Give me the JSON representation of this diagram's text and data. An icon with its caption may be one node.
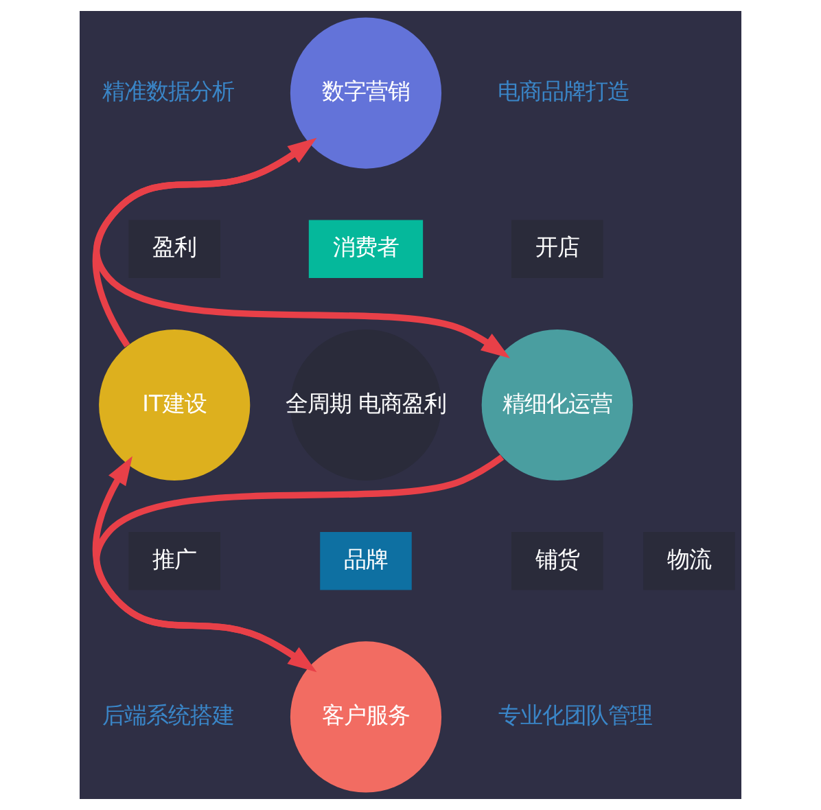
{
  "diagram": {
    "nodes": [
      {
        "text": [
          "数字营销"
        ]
      },
      {
        "text": [
          "精细化运营"
        ]
      },
      {
        "text": [
          "客户服务"
        ]
      },
      {
        "text": [
          "IT建设"
        ]
      },
      {
        "text": [
          "全周期 电商盈利"
        ]
      },
      {
        "text": [
          "消费者"
        ]
      },
      {
        "text": [
          "品牌"
        ]
      },
      {
        "text": [
          "开店"
        ]
      },
      {
        "text": [
          "铺货"
        ]
      },
      {
        "text": [
          "物流"
        ]
      },
      {
        "text": [
          "推广"
        ]
      },
      {
        "text": [
          "盈利"
        ]
      }
    ],
    "edges": [
      {
        "from": 0,
        "to": 1,
        "arrow": "to"
      },
      {
        "from": 1,
        "to": 2,
        "arrow": "to"
      },
      {
        "from": 2,
        "to": 3,
        "arrow": "to"
      },
      {
        "from": 3,
        "to": 0,
        "arrow": "to"
      }
    ],
    "labels": [
      "精准数据分析",
      "电商品牌打造",
      "后端系统搭建",
      "专业化团队管理"
    ]
  }
}
